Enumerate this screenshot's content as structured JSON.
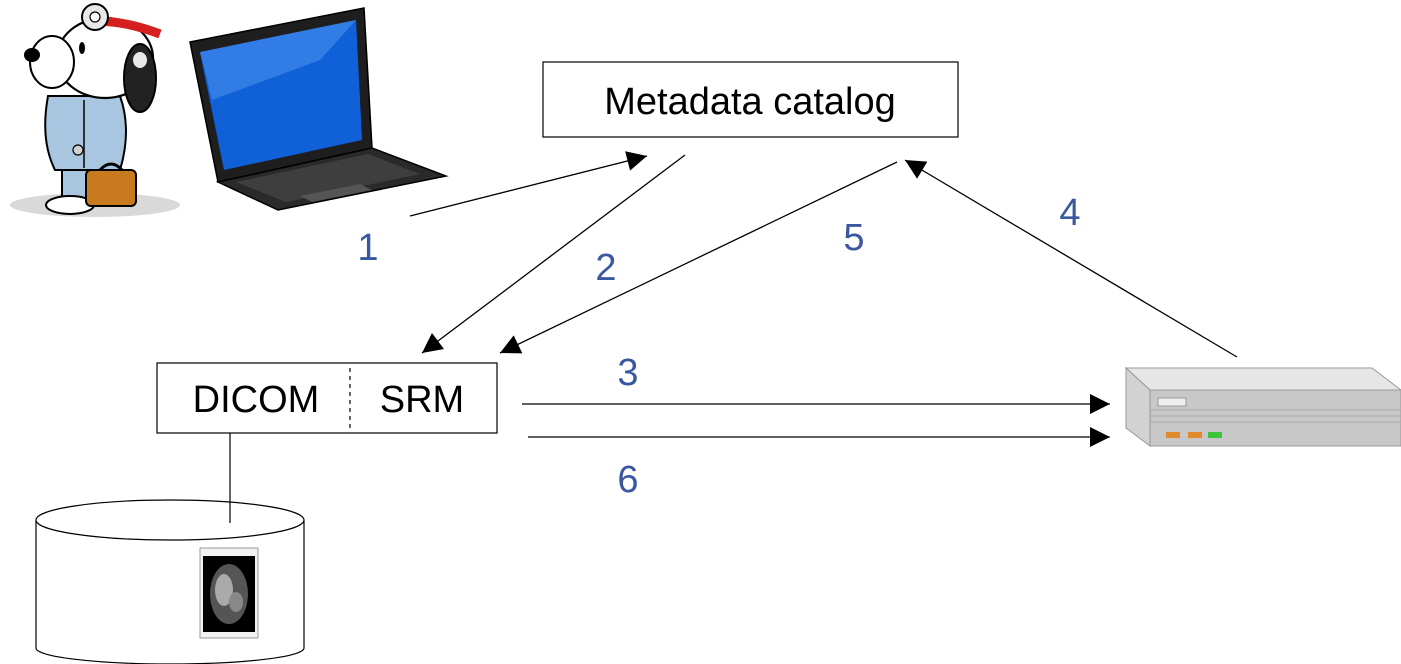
{
  "nodes": {
    "metadata_catalog": {
      "label": "Metadata catalog"
    },
    "dicom": {
      "label": "DICOM"
    },
    "srm": {
      "label": "SRM"
    }
  },
  "steps": [
    "1",
    "2",
    "3",
    "4",
    "5",
    "6"
  ],
  "colors": {
    "step_label": "#3b57a0",
    "stroke": "#000000",
    "background": "#ffffff"
  },
  "icons": {
    "doctor": "snoopy-doctor-icon",
    "laptop": "laptop-icon",
    "storage": "storage-cylinder-icon",
    "scan": "medical-scan-image-icon",
    "server": "server-icon"
  }
}
